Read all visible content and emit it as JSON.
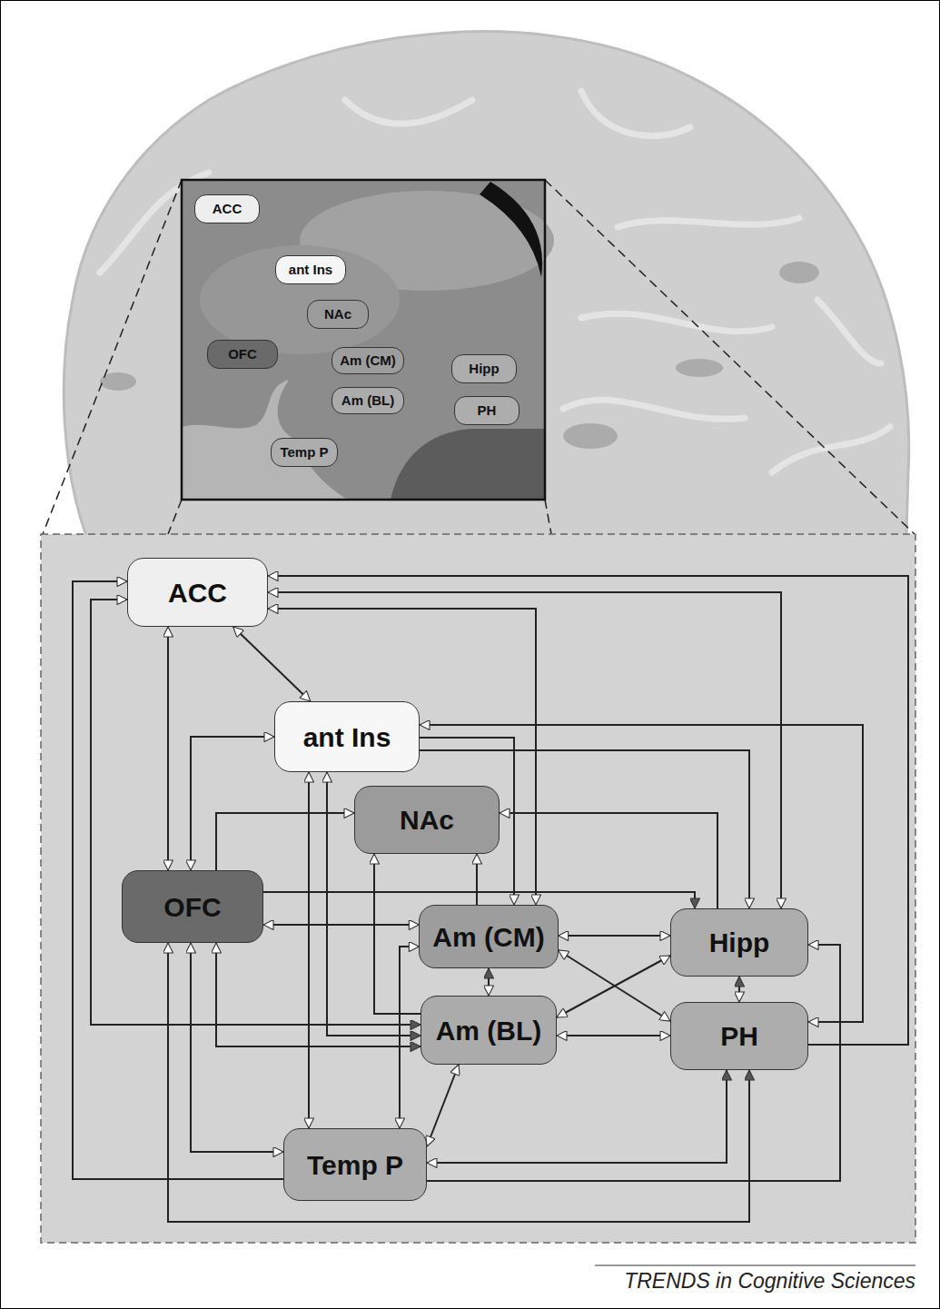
{
  "diagram": {
    "nodes": [
      {
        "text": [
          "ACC"
        ]
      },
      {
        "text": [
          "ant Ins"
        ]
      },
      {
        "text": [
          "NAc"
        ]
      },
      {
        "text": [
          "OFC"
        ]
      },
      {
        "text": [
          "Am (CM)"
        ]
      },
      {
        "text": [
          "Am (BL)"
        ]
      },
      {
        "text": [
          "Hipp"
        ]
      },
      {
        "text": [
          "PH"
        ]
      },
      {
        "text": [
          "Temp P"
        ]
      },
      {
        "text": [
          "ACC"
        ]
      },
      {
        "text": [
          "ant Ins"
        ]
      },
      {
        "text": [
          "NAc"
        ]
      },
      {
        "text": [
          "OFC"
        ]
      },
      {
        "text": [
          "Am (CM)"
        ]
      },
      {
        "text": [
          "Am (BL)"
        ]
      },
      {
        "text": [
          "Hipp"
        ]
      },
      {
        "text": [
          "PH"
        ]
      },
      {
        "text": [
          "Temp P"
        ]
      }
    ],
    "edges": [
      {
        "from": 9,
        "to": 12,
        "arrow": "both"
      },
      {
        "from": 9,
        "to": 10,
        "arrow": "both"
      },
      {
        "from": 9,
        "to": 14,
        "arrow": "both"
      },
      {
        "from": 17,
        "to": 9,
        "arrow": "to"
      },
      {
        "from": 16,
        "to": 9,
        "arrow": "to"
      },
      {
        "from": 9,
        "to": 15,
        "arrow": "both"
      },
      {
        "from": 9,
        "to": 13,
        "arrow": "both"
      },
      {
        "from": 10,
        "to": 13,
        "arrow": "to"
      },
      {
        "from": 10,
        "to": 15,
        "arrow": "to"
      },
      {
        "from": 10,
        "to": 16,
        "arrow": "both"
      },
      {
        "from": 12,
        "to": 10,
        "arrow": "both"
      },
      {
        "from": 12,
        "to": 11,
        "arrow": "to"
      },
      {
        "from": 12,
        "to": 15,
        "arrow": "to"
      },
      {
        "from": 12,
        "to": 13,
        "arrow": "both"
      },
      {
        "from": 12,
        "to": 14,
        "arrow": "both"
      },
      {
        "from": 12,
        "to": 17,
        "arrow": "both"
      },
      {
        "from": 12,
        "to": 16,
        "arrow": "both"
      },
      {
        "from": 15,
        "to": 11,
        "arrow": "to"
      },
      {
        "from": 14,
        "to": 11,
        "arrow": "to"
      },
      {
        "from": 13,
        "to": 11,
        "arrow": "to"
      },
      {
        "from": 13,
        "to": 14,
        "arrow": "both"
      },
      {
        "from": 13,
        "to": 15,
        "arrow": "both"
      },
      {
        "from": 13,
        "to": 16,
        "arrow": "both"
      },
      {
        "from": 14,
        "to": 15,
        "arrow": "both"
      },
      {
        "from": 14,
        "to": 16,
        "arrow": "both"
      },
      {
        "from": 15,
        "to": 16,
        "arrow": "both"
      },
      {
        "from": 10,
        "to": 17,
        "arrow": "both"
      },
      {
        "from": 10,
        "to": 14,
        "arrow": "both"
      },
      {
        "from": 17,
        "to": 14,
        "arrow": "both"
      },
      {
        "from": 17,
        "to": 13,
        "arrow": "both"
      },
      {
        "from": 17,
        "to": 16,
        "arrow": "both"
      },
      {
        "from": 17,
        "to": 15,
        "arrow": "to"
      }
    ],
    "labels": [
      "TRENDS in Cognitive Sciences"
    ]
  }
}
